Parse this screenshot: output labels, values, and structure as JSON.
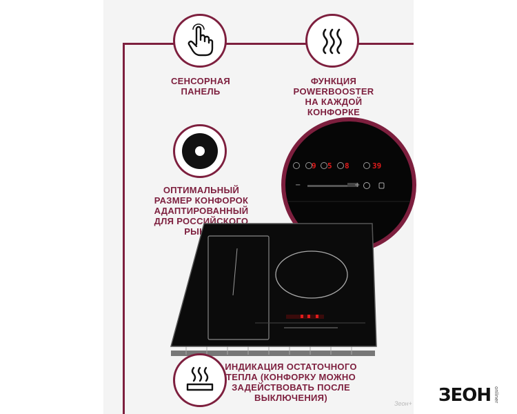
{
  "features": {
    "touch": {
      "icon": "hand-pointer-icon",
      "label": "СЕНСОРНАЯ\nПАНЕЛЬ"
    },
    "booster": {
      "icon": "heat-waves-icon",
      "label": "ФУНКЦИЯ\nPOWERBOOSTER\nНА КАЖДОЙ\nКОНФОРКЕ"
    },
    "size": {
      "icon": "burner-disc-icon",
      "label": "ОПТИМАЛЬНЫЙ\nРАЗМЕР КОНФОРОК\nАДАПТИРОВАННЫЙ\nДЛЯ РОССИЙСКОГО РЫНКА"
    },
    "residual": {
      "icon": "hot-pan-icon",
      "label": "ИНДИКАЦИЯ ОСТАТОЧНОГО\nТЕПЛА (КОНФОРКУ МОЖНО\nЗАДЕЙСТВОВАТЬ ПОСЛЕ\nВЫКЛЮЧЕНИЯ)"
    }
  },
  "display": {
    "digit_1": "9",
    "digit_2": "5",
    "digit_3": "8",
    "timer": "39",
    "minus": "−",
    "plus": "+"
  },
  "colors": {
    "accent": "#7d1f3e",
    "display_digits": "#e01b1b",
    "glass": "#0b0b0b"
  },
  "watermark": "Зеон+",
  "logo": {
    "text": "ЗЕОН",
    "tag": "onliner"
  }
}
